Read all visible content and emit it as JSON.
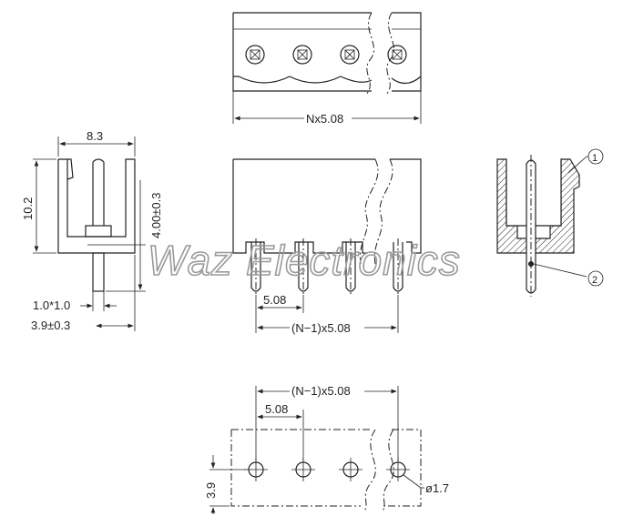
{
  "watermark": "Waz Electronics",
  "top_view": {
    "dimension": "Nx5.08"
  },
  "side_view": {
    "width": "8.3",
    "height": "10.2",
    "pin_height": "4.00±0.3",
    "pin_section": "1.0*1.0",
    "pin_offset": "3.9±0.3"
  },
  "front_view": {
    "pitch": "5.08",
    "span": "(N−1)x5.08"
  },
  "section_view": {
    "callout_1": "1",
    "callout_2": "2"
  },
  "pcb_layout": {
    "span": "(N−1)x5.08",
    "pitch": "5.08",
    "row_offset": "3.9",
    "hole_diameter": "ø1.7"
  }
}
